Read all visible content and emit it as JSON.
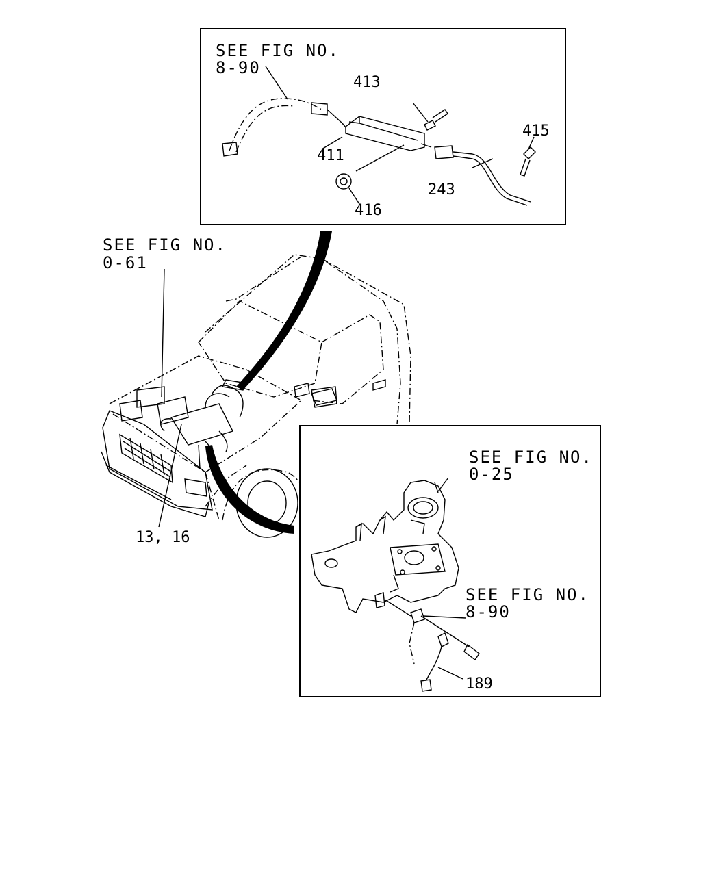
{
  "callouts": {
    "top_ref_line1": "SEE FIG NO.",
    "top_ref_line2": "8-90",
    "left_ref_line1": "SEE FIG NO.",
    "left_ref_line2": "0-61",
    "right_ref_a_line1": "SEE FIG NO.",
    "right_ref_a_line2": "0-25",
    "right_ref_b_line1": "SEE FIG NO.",
    "right_ref_b_line2": "8-90"
  },
  "parts": {
    "p413": "413",
    "p415": "415",
    "p411": "411",
    "p243": "243",
    "p416": "416",
    "p13_16": "13, 16",
    "p189": "189"
  }
}
